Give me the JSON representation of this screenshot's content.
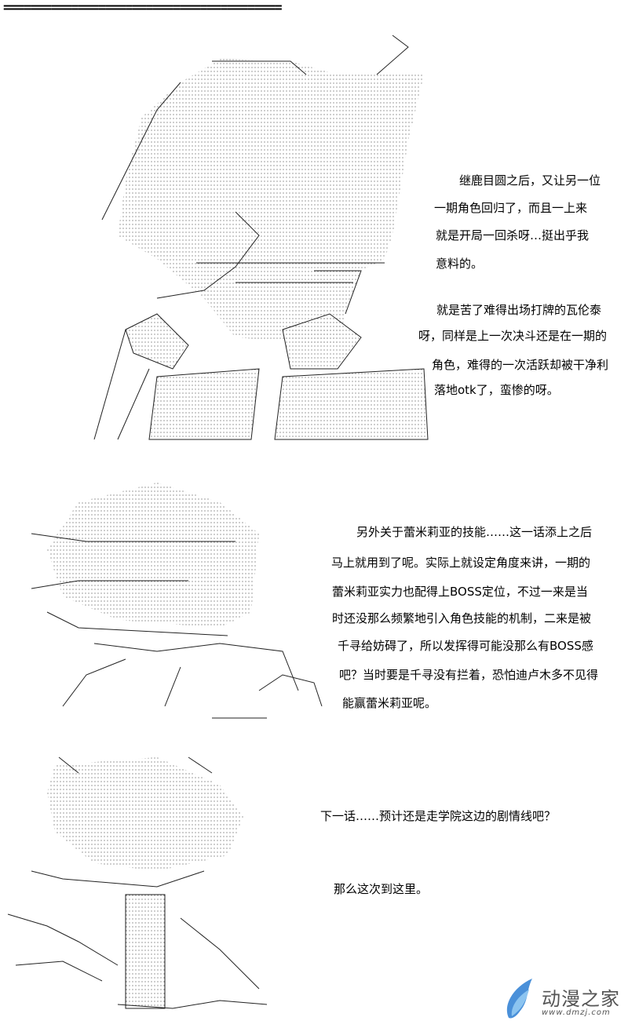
{
  "header": {
    "separator": "========================================="
  },
  "section1": {
    "lines": [
      "继鹿目圆之后，又让另一位",
      "一期角色回归了，而且一上来",
      "就是开局一回杀呀…挺出乎我",
      "意料的。",
      "就是苦了难得出场打牌的瓦伦泰",
      "呀，同样是上一次决斗还是在一期的",
      "角色，难得的一次活跃却被干净利",
      "落地otk了，蛮惨的呀。"
    ]
  },
  "section2": {
    "lines": [
      "另外关于蕾米莉亚的技能……这一话添上之后",
      "马上就用到了呢。实际上就设定角度来讲，一期的",
      "蕾米莉亚实力也配得上BOSS定位，不过一来是当",
      "时还没那么频繁地引入角色技能的机制，二来是被",
      "千寻给妨碍了，所以发挥得可能没那么有BOSS感",
      "吧？当时要是千寻没有拦着，恐怕迪卢木多不见得",
      "能赢蕾米莉亚呢。"
    ]
  },
  "section3": {
    "lines": [
      "下一话……预计还是走学院这边的剧情线吧？",
      "那么这次到这里。"
    ]
  },
  "watermark": {
    "name": "动漫之家",
    "url": "www.dmzj.com",
    "color": "#4a90d9"
  }
}
